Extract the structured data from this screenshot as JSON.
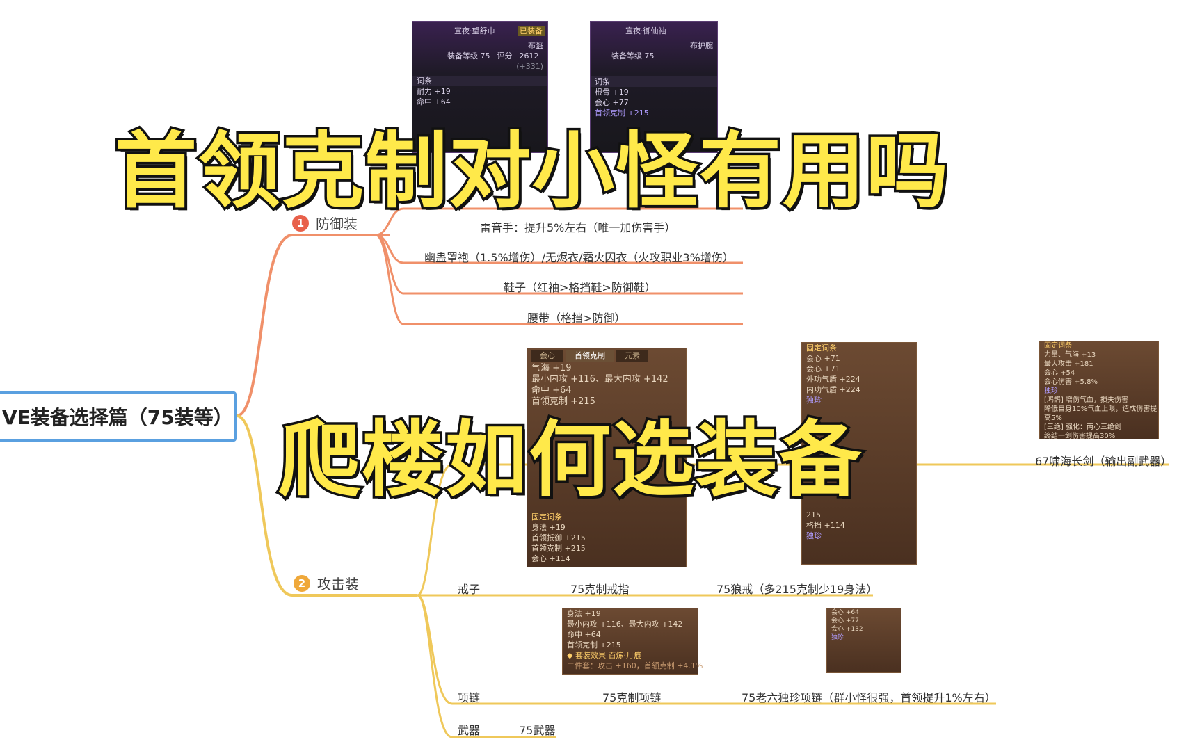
{
  "root": {
    "label": "VE装备选择篇（75装等）"
  },
  "branches": [
    {
      "num": "1",
      "label": "防御装",
      "color": "#f0906a"
    },
    {
      "num": "2",
      "label": "攻击装",
      "color": "#efc85a"
    }
  ],
  "defense_items": [
    "雷音手：提升5%左右（唯一加伤害手）",
    "幽蛊罩袍（1.5%增伤）/无烬衣/霜火囚衣（火攻职业3%增伤）",
    "鞋子（红袖>格挡鞋>防御鞋）",
    "腰带（格挡>防御）"
  ],
  "attack_items": {
    "ring": {
      "label": "戒子",
      "a": "75克制戒指",
      "b": "75狼戒（多215克制少19身法）"
    },
    "necklace": {
      "label": "项链",
      "a": "75克制项链",
      "b": "75老六独珍项链（群小怪很强，首领提升1%左右）"
    },
    "weapon": {
      "label": "武器",
      "a": "75武器"
    },
    "offhand": {
      "label": "67啸海长剑（输出副武器）"
    }
  },
  "cards": {
    "c1": {
      "title": "宣夜·望舒巾",
      "badge": "已装备",
      "type": "布盔",
      "lvl": "装备等级 75",
      "score_label": "评分",
      "score": "2612",
      "delta": "(+331)",
      "sec": "词条",
      "l1": "耐力 +19",
      "l2": "命中 +64"
    },
    "c2": {
      "title": "宣夜·御仙袖",
      "type": "布护腕",
      "lvl": "装备等级 75",
      "sec": "词条",
      "l1": "根骨 +19",
      "l2": "会心 +77",
      "l3": "首领克制 +215"
    },
    "c3": {
      "tabs": [
        "会心",
        "首领克制",
        "元素"
      ],
      "l1": "气海 +19",
      "l2": "最小内攻 +116、最大内攻 +142",
      "l3": "命中 +64",
      "l4": "首领克制 +215",
      "l5": "固定词条",
      "l6": "身法 +19",
      "l7": "首领抵御 +215",
      "l8": "首领克制 +215",
      "l9": "会心 +114"
    },
    "c4": {
      "l0": "固定词条",
      "l1": "会心 +71",
      "l2": "会心 +71",
      "l3": "外功气盾 +224",
      "l4": "内功气盾 +224",
      "l5": "独珍",
      "l6": "215",
      "l7": "格挡 +114",
      "l8": "独珍"
    },
    "c5": {
      "l0": "固定词条",
      "l1": "力量、气海 +13",
      "l2": "最大攻击 +181",
      "l3": "会心 +54",
      "l4": "会心伤害 +5.8%",
      "l5": "独珍",
      "l6": "[鸿鹄] 增伤气血，损失伤害",
      "l7": "降低自身10%气血上限，造成伤害提",
      "l8": "高5%",
      "l9": "[三绝] 强化：两心三绝剑",
      "l10": "终结一剑伤害提高30%"
    },
    "c6": {
      "l1": "身法 +19",
      "l2": "最小内攻 +116、最大内攻 +142",
      "l3": "命中 +64",
      "l4": "首领克制 +215",
      "l5": "◆ 套装效果 百炼·月痕",
      "l6": "二件套：攻击 +160，首领克制 +4.1%"
    },
    "c7": {
      "l1": "会心 +64",
      "l2": "会心 +77",
      "l3": "会心 +132",
      "l4": "独珍"
    }
  },
  "overlay": {
    "title1": "首领克制对小怪有用吗",
    "title2": "爬楼如何选装备"
  }
}
